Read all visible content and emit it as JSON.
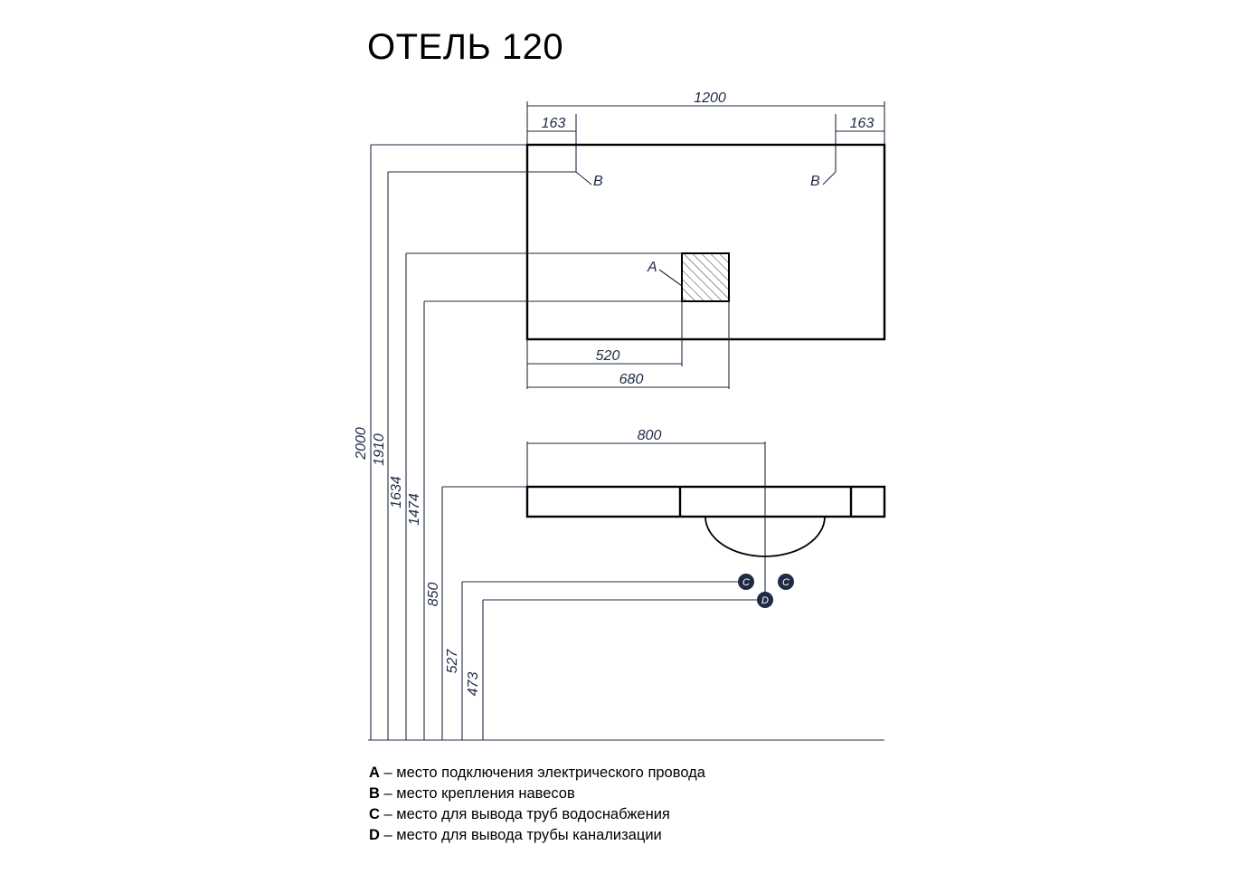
{
  "title": "ОТЕЛЬ 120",
  "dims": {
    "overall_width": "1200",
    "left_offset": "163",
    "right_offset": "163",
    "a_left": "520",
    "a_right": "680",
    "drain_offset": "800",
    "h_total": "2000",
    "h_b": "1910",
    "h_a_top": "1634",
    "h_a_bottom": "1474",
    "h_basin": "850",
    "h_c": "527",
    "h_d": "473"
  },
  "markers": {
    "a": "A",
    "b_left": "B",
    "b_right": "B",
    "c_left": "C",
    "c_right": "C",
    "d": "D"
  },
  "legend": [
    {
      "key": "A",
      "text": " – место подключения электрического провода"
    },
    {
      "key": "B",
      "text": " – место крепления навесов"
    },
    {
      "key": "C",
      "text": " – место для вывода труб водоснабжения"
    },
    {
      "key": "D",
      "text": " – место для вывода трубы канализации"
    }
  ]
}
